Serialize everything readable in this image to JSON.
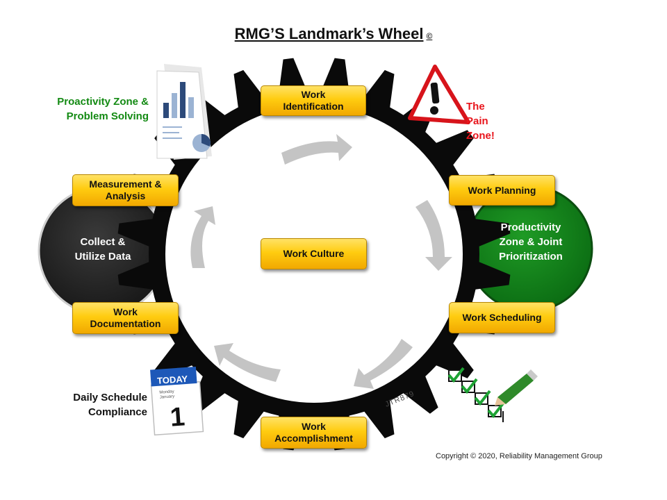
{
  "title": "RMG’S Landmark’s Wheel",
  "title_symbol": "©",
  "center_label": "Work Culture",
  "steps": {
    "identification": "Work Identification",
    "planning": "Work Planning",
    "scheduling": "Work Scheduling",
    "accomplishment": "Work Accomplishment",
    "documentation": "Work Documentation",
    "measurement": "Measurement & Analysis"
  },
  "zones": {
    "collect": "Collect  &  Utilize  Data",
    "productivity": "Productivity Zone  &  Joint Prioritization"
  },
  "labels": {
    "proactivity": "Proactivity Zone & Problem Solving",
    "pain": "The Pain Zone!",
    "daily": "Daily Schedule Compliance"
  },
  "calendar": {
    "today": "TODAY",
    "weekday": "Monday",
    "month": "January",
    "day": "1"
  },
  "gear_engraving": "JTR879",
  "copyright": "Copyright © 2020, Reliability Management Group",
  "colors": {
    "gear": "#0a0a0a",
    "box": "#ffcc10",
    "green_zone": "#0f8a1a",
    "dark_zone": "#2a2a2a",
    "proactivity_text": "#138a13",
    "pain_text": "#e8141b",
    "arrow": "#c4c4c4"
  }
}
